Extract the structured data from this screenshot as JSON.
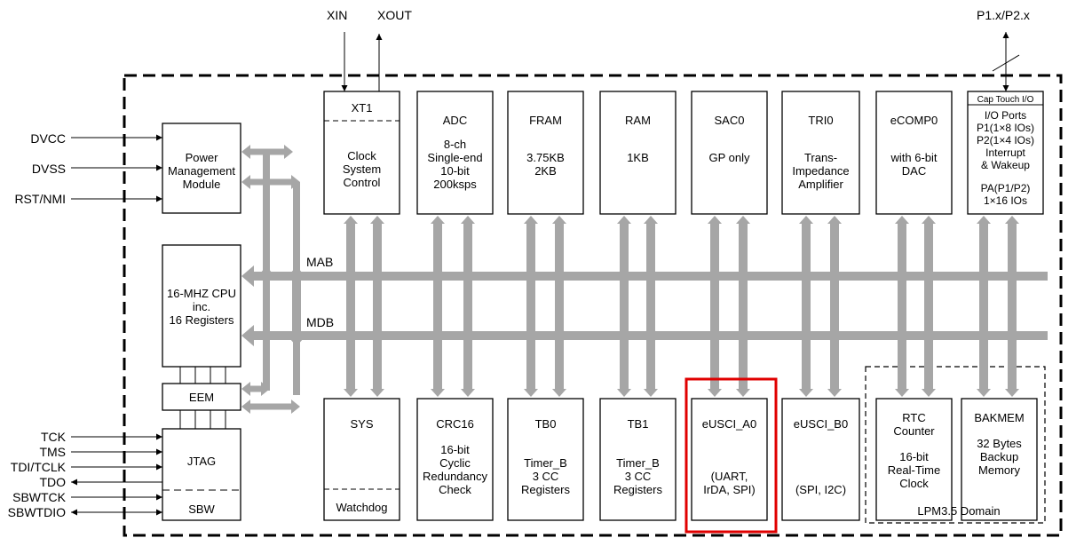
{
  "top_signals": {
    "xin": "XIN",
    "xout": "XOUT",
    "ports": "P1.x/P2.x"
  },
  "left_signals": {
    "dvcc": "DVCC",
    "dvss": "DVSS",
    "rst": "RST/NMI",
    "tck": "TCK",
    "tms": "TMS",
    "tdi": "TDI/TCLK",
    "tdo": "TDO",
    "sbwtck": "SBWTCK",
    "sbwtdio": "SBWTDIO"
  },
  "buses": {
    "mab": "MAB",
    "mdb": "MDB"
  },
  "top_blocks": {
    "clock": {
      "header": "XT1",
      "lines": [
        "Clock",
        "System",
        "Control"
      ]
    },
    "adc": {
      "lines": [
        "ADC",
        "",
        "8-ch",
        "Single-end",
        "10-bit",
        "200ksps"
      ]
    },
    "fram": {
      "lines": [
        "FRAM",
        "",
        "3.75KB",
        "2KB"
      ]
    },
    "ram": {
      "lines": [
        "RAM",
        "",
        "1KB"
      ]
    },
    "sac0": {
      "lines": [
        "SAC0",
        "",
        "GP only"
      ]
    },
    "tri0": {
      "lines": [
        "TRI0",
        "",
        "Trans-",
        "Impedance",
        "Amplifier"
      ]
    },
    "ecomp0": {
      "lines": [
        "eCOMP0",
        "",
        "with 6-bit",
        "DAC"
      ]
    },
    "io": {
      "header": "Cap Touch I/O",
      "lines": [
        "I/O Ports",
        "P1(1×8 IOs)",
        "P2(1×4 IOs)",
        "Interrupt",
        "& Wakeup",
        "",
        "PA(P1/P2)",
        "1×16 IOs"
      ]
    }
  },
  "left_blocks": {
    "pmm": {
      "lines": [
        "Power",
        "Management",
        "Module"
      ]
    },
    "cpu": {
      "lines": [
        "16-MHZ CPU",
        "inc.",
        "16 Registers"
      ]
    },
    "eem": {
      "lines": [
        "EEM"
      ]
    },
    "jtag": {
      "lines": [
        "JTAG"
      ]
    },
    "sbw": {
      "lines": [
        "SBW"
      ]
    }
  },
  "bottom_blocks": {
    "sys": {
      "lines": [
        "SYS"
      ],
      "footer": "Watchdog"
    },
    "crc16": {
      "lines": [
        "CRC16",
        "",
        "16-bit",
        "Cyclic",
        "Redundancy",
        "Check"
      ]
    },
    "tb0": {
      "lines": [
        "TB0",
        "",
        "Timer_B",
        "3 CC",
        "Registers"
      ]
    },
    "tb1": {
      "lines": [
        "TB1",
        "",
        "Timer_B",
        "3 CC",
        "Registers"
      ]
    },
    "euscia0": {
      "lines": [
        "eUSCI_A0",
        "",
        "",
        "(UART,",
        "IrDA, SPI)"
      ]
    },
    "euscib0": {
      "lines": [
        "eUSCI_B0",
        "",
        "",
        "",
        "(SPI, I2C)"
      ]
    },
    "rtc": {
      "lines": [
        "RTC",
        "Counter",
        "",
        "16-bit",
        "Real-Time",
        "Clock"
      ]
    },
    "bakmem": {
      "lines": [
        "BAKMEM",
        "",
        "32 Bytes",
        "Backup",
        "Memory"
      ]
    }
  },
  "domain_label": "LPM3.5 Domain",
  "colors": {
    "line": "#000000",
    "bus": "#a6a6a6",
    "highlight": "#e00000"
  }
}
